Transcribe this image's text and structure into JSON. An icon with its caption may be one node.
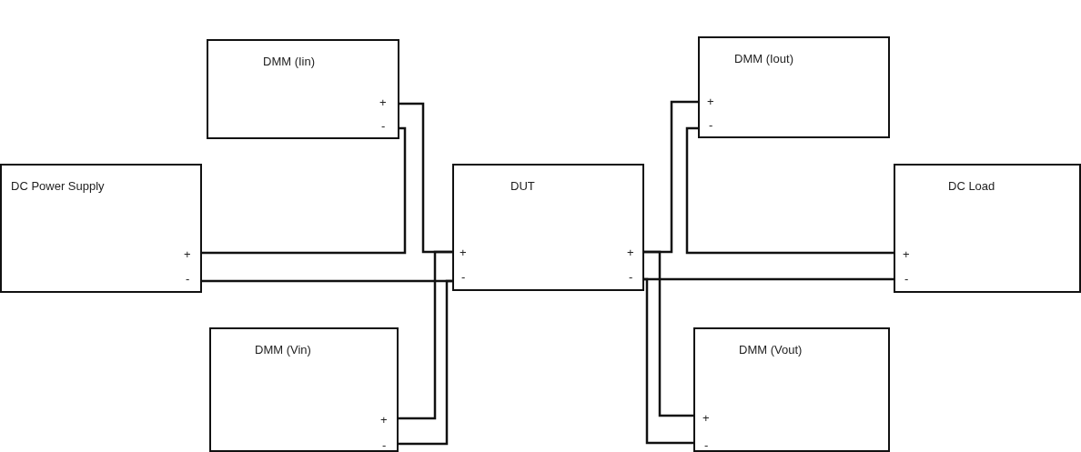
{
  "diagram": {
    "nodes": [
      {
        "text": [
          "DMM (Iin)",
          "+",
          "-"
        ]
      },
      {
        "text": [
          "DMM (Iout)",
          "+",
          "-"
        ]
      },
      {
        "text": [
          "DC Power Supply",
          "+",
          "-"
        ]
      },
      {
        "text": [
          "DUT",
          "+",
          "-",
          "+",
          "-"
        ]
      },
      {
        "text": [
          "DC Load",
          "+",
          "-"
        ]
      },
      {
        "text": [
          "DMM (Vin)",
          "+",
          "-"
        ]
      },
      {
        "text": [
          "DMM (Vout)",
          "+",
          "-"
        ]
      }
    ],
    "edges": [
      {
        "from": 2,
        "to": 0,
        "arrow": "none"
      },
      {
        "from": 0,
        "to": 3,
        "arrow": "none"
      },
      {
        "from": 2,
        "to": 3,
        "arrow": "none"
      },
      {
        "from": 5,
        "to": 3,
        "arrow": "none"
      },
      {
        "from": 5,
        "to": 3,
        "arrow": "none"
      },
      {
        "from": 3,
        "to": 1,
        "arrow": "none"
      },
      {
        "from": 1,
        "to": 4,
        "arrow": "none"
      },
      {
        "from": 3,
        "to": 4,
        "arrow": "none"
      },
      {
        "from": 6,
        "to": 3,
        "arrow": "none"
      },
      {
        "from": 6,
        "to": 3,
        "arrow": "none"
      }
    ]
  }
}
